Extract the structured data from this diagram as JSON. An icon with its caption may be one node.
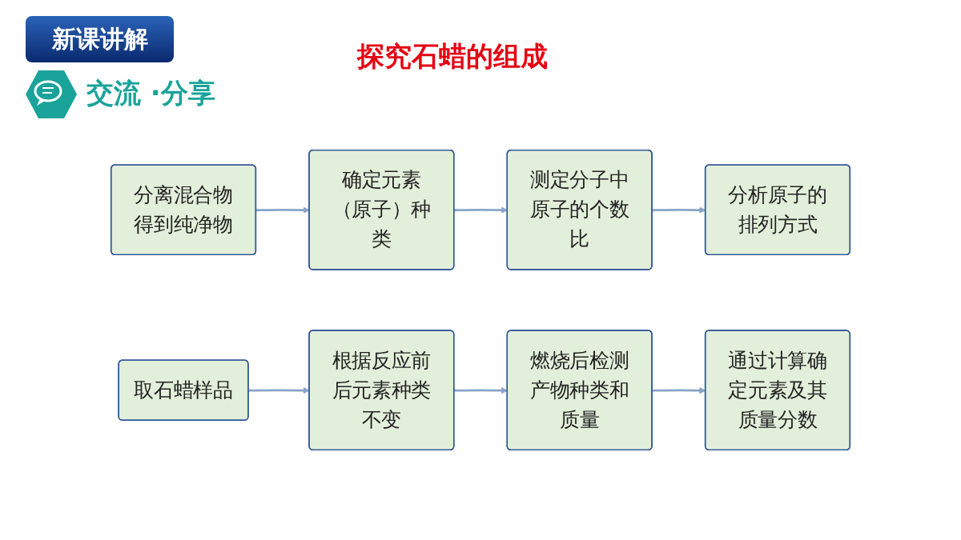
{
  "diagram": {
    "title": "探究石蜡的组成",
    "nodes": [
      {
        "text": [
          "分离混合物得到纯净物"
        ]
      },
      {
        "text": [
          "确定元素（原子）种类"
        ]
      },
      {
        "text": [
          "测定分子中原子的个数比"
        ]
      },
      {
        "text": [
          "分析原子的排列方式"
        ]
      },
      {
        "text": [
          "取石蜡样品"
        ]
      },
      {
        "text": [
          "根据反应前后元素种类不变"
        ]
      },
      {
        "text": [
          "燃烧后检测产物种类和质量"
        ]
      },
      {
        "text": [
          "通过计算确定元素及其质量分数"
        ]
      }
    ],
    "edges": [
      {
        "from": 0,
        "to": 1,
        "arrow": "to"
      },
      {
        "from": 1,
        "to": 2,
        "arrow": "to"
      },
      {
        "from": 2,
        "to": 3,
        "arrow": "to"
      },
      {
        "from": 4,
        "to": 5,
        "arrow": "to"
      },
      {
        "from": 5,
        "to": 6,
        "arrow": "to"
      },
      {
        "from": 6,
        "to": 7,
        "arrow": "to"
      }
    ],
    "labels": [
      "新课讲解",
      "交流 ·分享"
    ]
  }
}
